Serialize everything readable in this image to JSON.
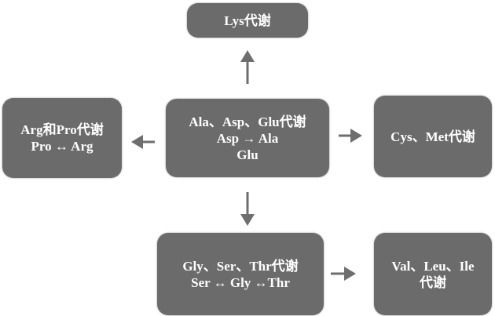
{
  "nodes": {
    "lys": {
      "lines": [
        "Lys代谢"
      ]
    },
    "center": {
      "lines": [
        "Ala、Asp、Glu代谢",
        "Asp → Ala",
        "Glu"
      ]
    },
    "arg_pro": {
      "lines": [
        "Arg和Pro代谢",
        "Pro ↔ Arg"
      ]
    },
    "cys_met": {
      "lines": [
        "Cys、Met代谢"
      ]
    },
    "gly_ser_thr": {
      "lines": [
        "Gly、Ser、Thr代谢",
        "Ser ↔ Gly ↔Thr"
      ]
    },
    "val_leu_ile": {
      "lines": [
        "Val、Leu、Ile",
        "代谢"
      ]
    }
  },
  "edges": [
    {
      "from": "center",
      "to": "lys"
    },
    {
      "from": "center",
      "to": "arg_pro"
    },
    {
      "from": "center",
      "to": "cys_met"
    },
    {
      "from": "center",
      "to": "gly_ser_thr"
    },
    {
      "from": "gly_ser_thr",
      "to": "val_leu_ile"
    }
  ],
  "colors": {
    "box": "#6b6b6b",
    "arrow": "#6e6e6e",
    "text": "#ffffff"
  }
}
